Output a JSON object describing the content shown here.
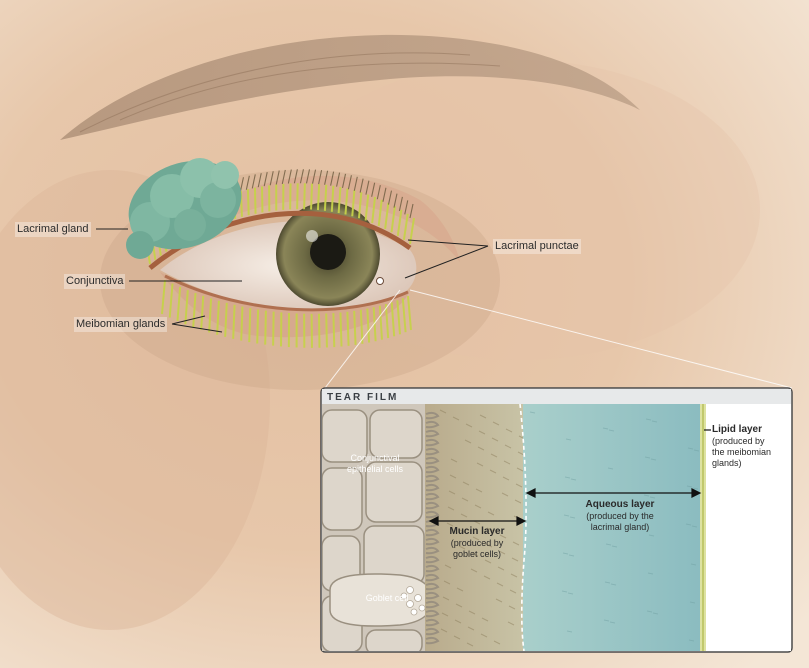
{
  "eye_labels": {
    "lacrimal_gland": "Lacrimal gland",
    "conjunctiva": "Conjunctiva",
    "meibomian_glands": "Meibomian glands",
    "lacrimal_punctae": "Lacrimal punctae"
  },
  "tear_film": {
    "title": "TEAR FILM",
    "conjunctival_cells": [
      "Conjunctival",
      "epithelial cells"
    ],
    "goblet_cell": "Goblet cell",
    "mucin_layer": {
      "name": "Mucin layer",
      "desc": [
        "(produced by",
        "goblet cells)"
      ]
    },
    "aqueous_layer": {
      "name": "Aqueous layer",
      "desc": [
        "(produced by the",
        "lacrimal gland)"
      ]
    },
    "lipid_layer": {
      "name": "Lipid layer",
      "desc": [
        "(produced by",
        "the meibomian",
        "glands)"
      ]
    }
  },
  "colors": {
    "skin": "#e9cdb3",
    "iris": "#6f6a45",
    "gland": "#7fb7a2",
    "lash_gland": "#c9d34a",
    "aqueous": "#9fcac9",
    "inset_border": "#4a4a4a"
  }
}
